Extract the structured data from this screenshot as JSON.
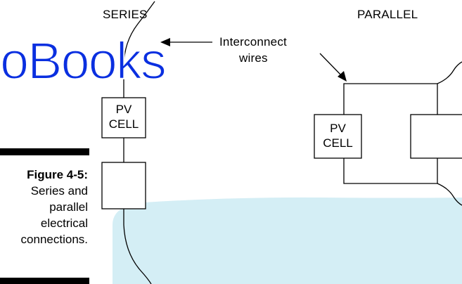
{
  "labels": {
    "series": "SERIES",
    "parallel": "PARALLEL",
    "interconnect_line1": "Interconnect",
    "interconnect_line2": "wires"
  },
  "cells": {
    "series_top_line1": "PV",
    "series_top_line2": "CELL",
    "parallel_left_line1": "PV",
    "parallel_left_line2": "CELL"
  },
  "watermark": "oBooks",
  "caption": {
    "figure": "Figure 4-5:",
    "line1": "Series and",
    "line2": "parallel",
    "line3": "electrical",
    "line4": "connections."
  },
  "colors": {
    "watermark": "#0a2fe0",
    "blob": "#d4eef5",
    "rule": "#000000"
  }
}
